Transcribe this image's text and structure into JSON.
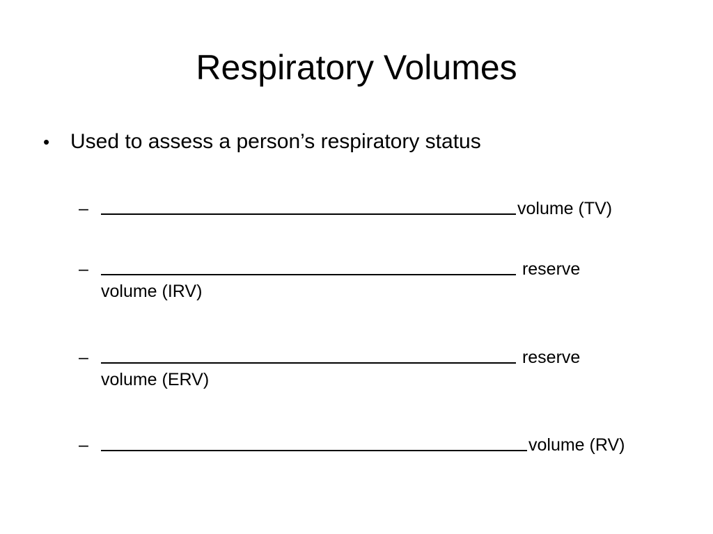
{
  "slide": {
    "title": "Respiratory Volumes",
    "bullet": {
      "marker": "•",
      "text": "Used to assess a person’s respiratory status"
    },
    "sub_bullets": [
      {
        "marker": "–",
        "blank": "____________________________________",
        "line1_suffix": "volume (TV)",
        "line2": ""
      },
      {
        "marker": "–",
        "blank": "____________________________________",
        "line1_suffix": " reserve",
        "line2": "volume (IRV)"
      },
      {
        "marker": "–",
        "blank": "____________________________________",
        "line1_suffix": " reserve",
        "line2": "volume (ERV)"
      },
      {
        "marker": "–",
        "blank": "_____________________________________",
        "line1_suffix": "volume (RV)",
        "line2": ""
      }
    ]
  }
}
